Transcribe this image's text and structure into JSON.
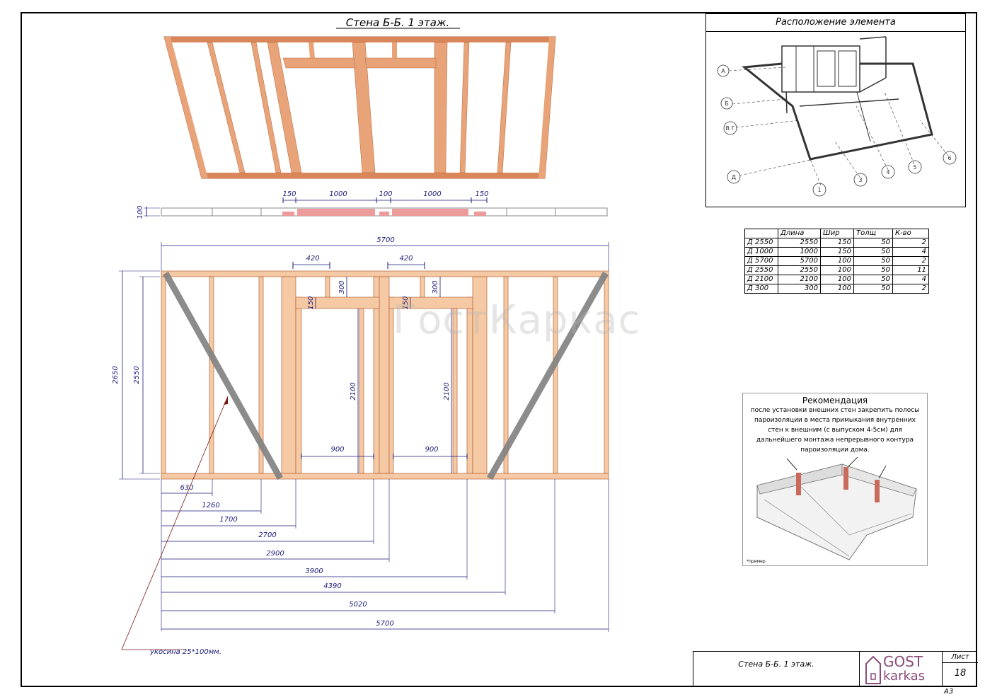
{
  "title": "Стена Б-Б.   1 этаж.",
  "location_panel": {
    "title": "Расположение элемента",
    "axes": [
      "А",
      "Б",
      "В Г",
      "Д",
      "1",
      "3",
      "4",
      "5",
      "6"
    ]
  },
  "spec_table": {
    "headers": [
      "",
      "Длина",
      "Шир",
      "Толщ",
      "К-во"
    ],
    "rows": [
      [
        "Д 2550",
        "2550",
        "150",
        "50",
        "2"
      ],
      [
        "Д 1000",
        "1000",
        "150",
        "50",
        "4"
      ],
      [
        "Д 5700",
        "5700",
        "100",
        "50",
        "2"
      ],
      [
        "Д 2550",
        "2550",
        "100",
        "50",
        "11"
      ],
      [
        "Д 2100",
        "2100",
        "100",
        "50",
        "4"
      ],
      [
        "Д 300",
        "300",
        "100",
        "50",
        "2"
      ]
    ]
  },
  "recommendation": {
    "title": "Рекомендация",
    "lines": [
      "после установки внешних стен закрепить полосы",
      "пароизоляции в места примыкания внутренних",
      "стен к внешним (с выпуском 4-5см) для",
      "дальнейшего монтажа непрерывного контура",
      "пароизоляции дома."
    ],
    "note": "*пример"
  },
  "watermark": "ГостКаркас",
  "plan_dims": {
    "top": [
      "150",
      "1000",
      "100",
      "1000",
      "150"
    ],
    "side": "100"
  },
  "elevation": {
    "overall_width": "5700",
    "opening_widths": [
      "420",
      "420"
    ],
    "headers": [
      "300",
      "300"
    ],
    "lintels": [
      "150",
      "150"
    ],
    "door_heights": [
      "2100",
      "2100"
    ],
    "door_widths": [
      "900",
      "900"
    ],
    "height_total": "2650",
    "height_studs": "2550",
    "bottom_dims": [
      "630",
      "1260",
      "1700",
      "2700",
      "2900",
      "3900",
      "4390",
      "5020",
      "5700"
    ],
    "brace_label": "укосина 25*100мм."
  },
  "stamp": {
    "name": "Стена Б-Б.   1 этаж.",
    "logo_top": "GOST",
    "logo_bottom": "karkas",
    "sheet_label": "Лист",
    "sheet_number": "18",
    "format": "А3"
  },
  "colors": {
    "timber": "#f5c9a4",
    "timber_dark": "#d9875a",
    "timber_edge": "#b5633a",
    "brace": "#808080",
    "dim": "#1a1a7a",
    "plan_fill": "#ec9a9a"
  }
}
